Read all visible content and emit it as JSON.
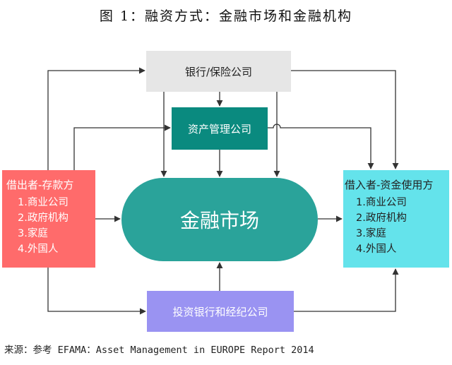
{
  "title": "图 1：融资方式：金融市场和金融机构",
  "nodes": {
    "bank": "银行/保险公司",
    "asset_mgmt": "资产管理公司",
    "market": "金融市场",
    "investment_bank": "投资银行和经纪公司",
    "lender": {
      "title": "借出者-存款方",
      "items": [
        "1.商业公司",
        "2.政府机构",
        "3.家庭",
        "4.外国人"
      ]
    },
    "borrower": {
      "title": "借入者-资金使用方",
      "items": [
        "1.商业公司",
        "2.政府机构",
        "3.家庭",
        "4.外国人"
      ]
    }
  },
  "colors": {
    "bank": "#e6e6e6",
    "asset_mgmt": "#0a8a7f",
    "market": "#2aa39a",
    "investment_bank": "#9a93f2",
    "lender": "#ff6b6b",
    "borrower": "#64e3eb",
    "arrow": "#333333"
  },
  "source": "来源：参考 EFAMA：Asset Management in EUROPE Report 2014"
}
